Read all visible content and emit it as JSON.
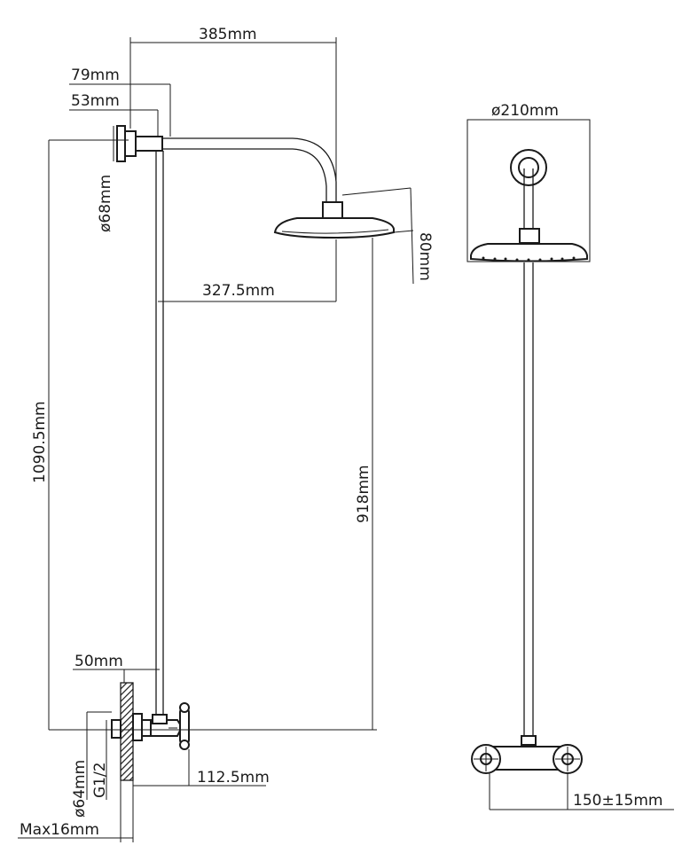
{
  "side_view": {
    "dim_arm_reach": "385mm",
    "dim_wall_to_bracket": "79mm",
    "dim_flange_depth": "53mm",
    "dim_flange_diameter": "ø68mm",
    "dim_head_to_riser": "327.5mm",
    "dim_head_thickness": "80mm",
    "dim_total_height": "1090.5mm",
    "dim_head_height": "918mm",
    "dim_valve_offset": "50mm",
    "dim_valve_reach": "112.5mm",
    "dim_inlet_thread": "G1/2",
    "dim_escutcheon_diameter": "ø64mm",
    "dim_wall_depth": "Max16mm"
  },
  "front_view": {
    "dim_head_diameter": "ø210mm",
    "dim_inlet_spacing": "150±15mm"
  }
}
